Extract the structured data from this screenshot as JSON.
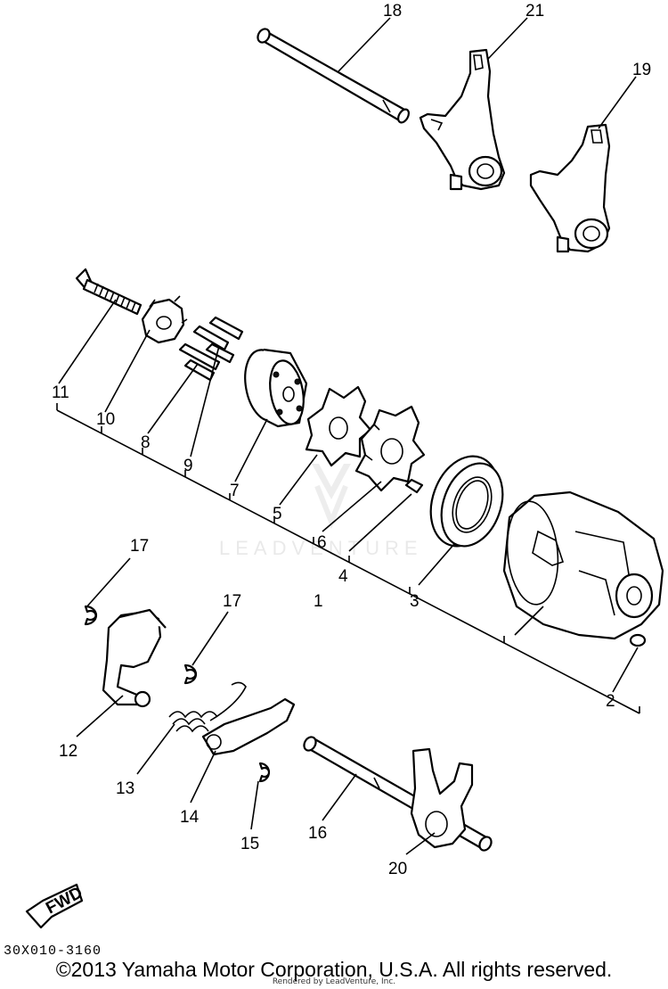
{
  "diagram": {
    "callouts": [
      {
        "id": "18",
        "text": "18"
      },
      {
        "id": "21",
        "text": "21"
      },
      {
        "id": "19",
        "text": "19"
      },
      {
        "id": "11",
        "text": "11"
      },
      {
        "id": "10",
        "text": "10"
      },
      {
        "id": "8",
        "text": "8"
      },
      {
        "id": "9",
        "text": "9"
      },
      {
        "id": "7",
        "text": "7"
      },
      {
        "id": "5",
        "text": "5"
      },
      {
        "id": "6",
        "text": "6"
      },
      {
        "id": "4",
        "text": "4"
      },
      {
        "id": "1",
        "text": "1"
      },
      {
        "id": "3",
        "text": "3"
      },
      {
        "id": "2",
        "text": "2"
      },
      {
        "id": "17a",
        "text": "17"
      },
      {
        "id": "17b",
        "text": "17"
      },
      {
        "id": "12",
        "text": "12"
      },
      {
        "id": "13",
        "text": "13"
      },
      {
        "id": "14",
        "text": "14"
      },
      {
        "id": "15",
        "text": "15"
      },
      {
        "id": "16",
        "text": "16"
      },
      {
        "id": "20",
        "text": "20"
      }
    ],
    "fwd_label": "FWD",
    "part_code": "30X010-3160",
    "copyright": "©2013 Yamaha Motor Corporation, U.S.A. All rights reserved.",
    "rendered_by": "Rendered by LeadVenture, Inc.",
    "watermark": "LEADVENTURE"
  }
}
